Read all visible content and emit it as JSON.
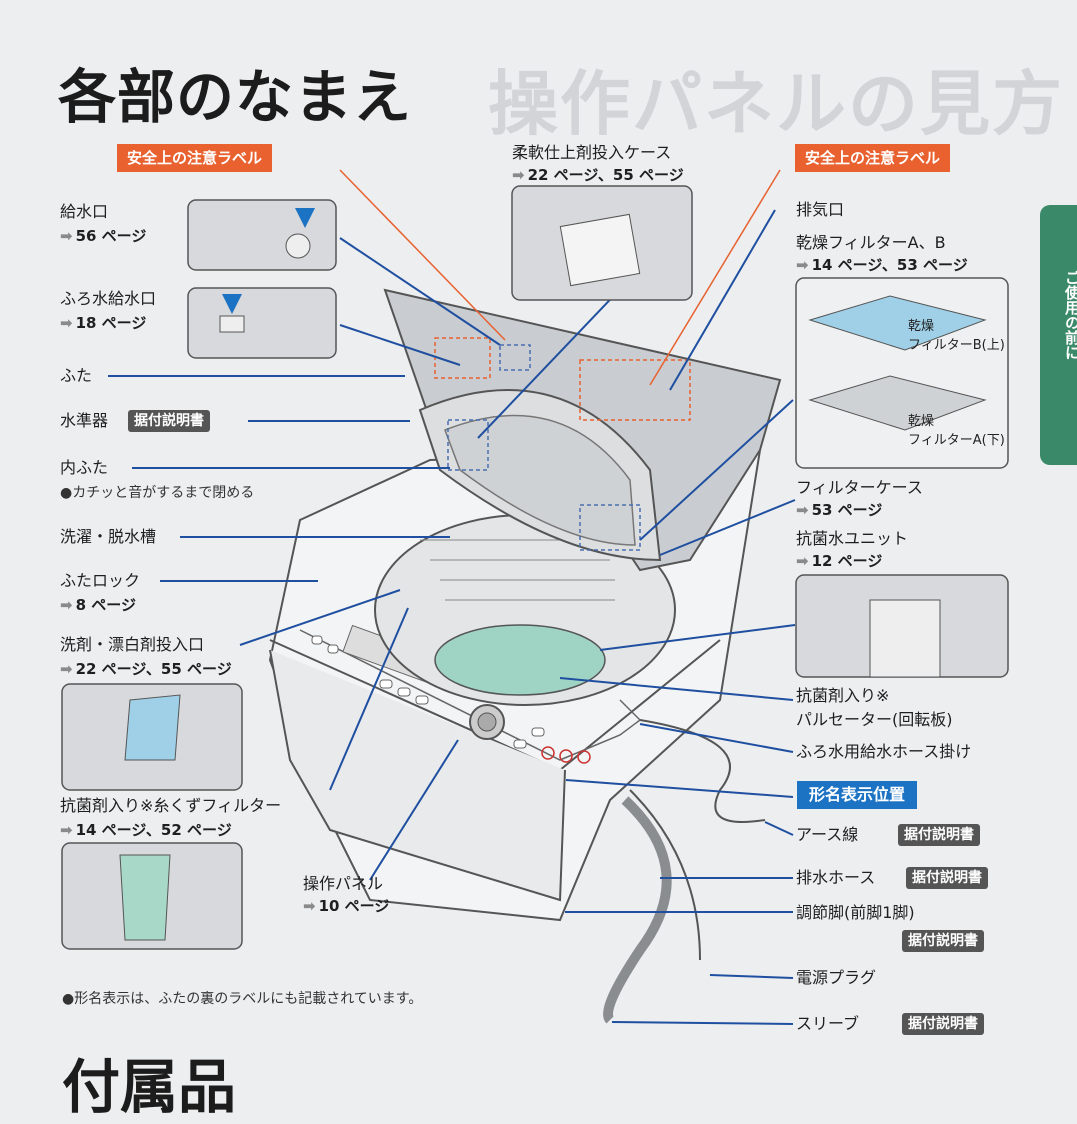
{
  "header": {
    "title": "各部のなまえ",
    "ghost_title": "操作パネルの見方"
  },
  "safety_labels": {
    "left": "安全上の注意ラベル",
    "right": "安全上の注意ラベル"
  },
  "left_labels": {
    "water_inlet": {
      "name": "給水口",
      "ref": "56 ページ"
    },
    "bath_inlet": {
      "name": "ふろ水給水口",
      "ref": "18 ページ"
    },
    "lid": {
      "name": "ふた"
    },
    "level": {
      "name": "水準器",
      "badge": "据付説明書"
    },
    "inner_lid": {
      "name": "内ふた",
      "note": "●カチッと音がするまで閉める"
    },
    "tub": {
      "name": "洗濯・脱水槽"
    },
    "lid_lock": {
      "name": "ふたロック",
      "ref": "8 ページ"
    },
    "detergent": {
      "name": "洗剤・漂白剤投入口",
      "ref": "22 ページ、55 ページ"
    },
    "lint_filter": {
      "name": "抗菌剤入り※糸くずフィルター",
      "ref": "14 ページ、52 ページ"
    }
  },
  "top_label": {
    "name": "柔軟仕上剤投入ケース",
    "ref": "22 ページ、55 ページ"
  },
  "right_labels": {
    "exhaust": {
      "name": "排気口"
    },
    "dry_filter": {
      "name": "乾燥フィルターA、B",
      "ref": "14 ページ、53 ページ",
      "b_line1": "乾燥",
      "b_line2": "フィルターB(上)",
      "a_line1": "乾燥",
      "a_line2": "フィルターA(下)"
    },
    "filter_case": {
      "name": "フィルターケース",
      "ref": "53 ページ"
    },
    "ag_unit": {
      "name": "抗菌水ユニット",
      "ref": "12 ページ"
    },
    "pulsator": {
      "line1": "抗菌剤入り※",
      "line2": "パルセーター(回転板)"
    },
    "bath_hose_hook": {
      "name": "ふろ水用給水ホース掛け"
    },
    "model_pos": {
      "name": "形名表示位置"
    },
    "earth": {
      "name": "アース線",
      "badge": "据付説明書"
    },
    "drain_hose": {
      "name": "排水ホース",
      "badge": "据付説明書"
    },
    "foot": {
      "name": "調節脚(前脚1脚)",
      "badge": "据付説明書"
    },
    "plug": {
      "name": "電源プラグ"
    },
    "sleeve": {
      "name": "スリーブ",
      "badge": "据付説明書"
    }
  },
  "panel_label": {
    "name": "操作パネル",
    "ref": "10 ページ"
  },
  "footnote": "●形名表示は、ふたの裏のラベルにも記載されています。",
  "side_tab": "ご使用の前に",
  "bottom_title": "付属品",
  "colors": {
    "leader": "#1f4fa0",
    "safety": "#e8612f",
    "model_badge": "#1c73c4",
    "tab": "#3a8a6a"
  }
}
